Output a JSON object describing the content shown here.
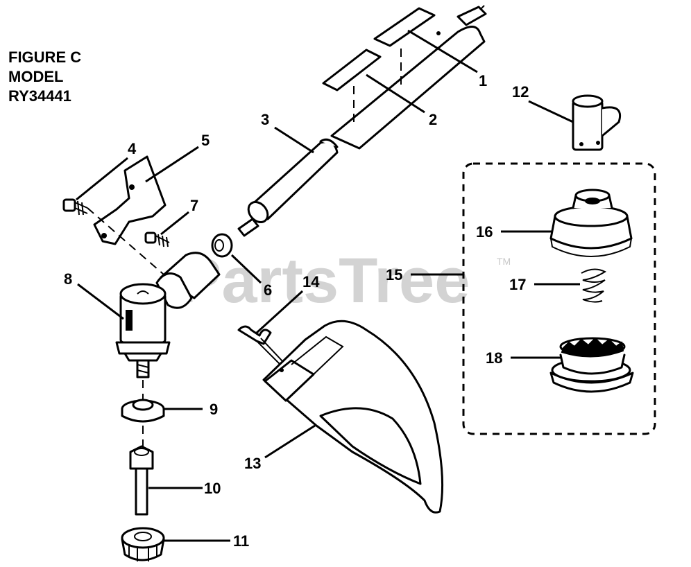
{
  "figure": {
    "line1": "FIGURE C",
    "line2": "MODEL",
    "line3": "RY34441"
  },
  "watermark": {
    "text": "PartsTree",
    "trademark": "TM"
  },
  "callouts": [
    {
      "id": "1",
      "label": "1"
    },
    {
      "id": "2",
      "label": "2"
    },
    {
      "id": "3",
      "label": "3"
    },
    {
      "id": "4",
      "label": "4"
    },
    {
      "id": "5",
      "label": "5"
    },
    {
      "id": "6",
      "label": "6"
    },
    {
      "id": "7",
      "label": "7"
    },
    {
      "id": "8",
      "label": "8"
    },
    {
      "id": "9",
      "label": "9"
    },
    {
      "id": "10",
      "label": "10"
    },
    {
      "id": "11",
      "label": "11"
    },
    {
      "id": "12",
      "label": "12"
    },
    {
      "id": "13",
      "label": "13"
    },
    {
      "id": "14",
      "label": "14"
    },
    {
      "id": "15",
      "label": "15"
    },
    {
      "id": "16",
      "label": "16"
    },
    {
      "id": "17",
      "label": "17"
    },
    {
      "id": "18",
      "label": "18"
    }
  ]
}
